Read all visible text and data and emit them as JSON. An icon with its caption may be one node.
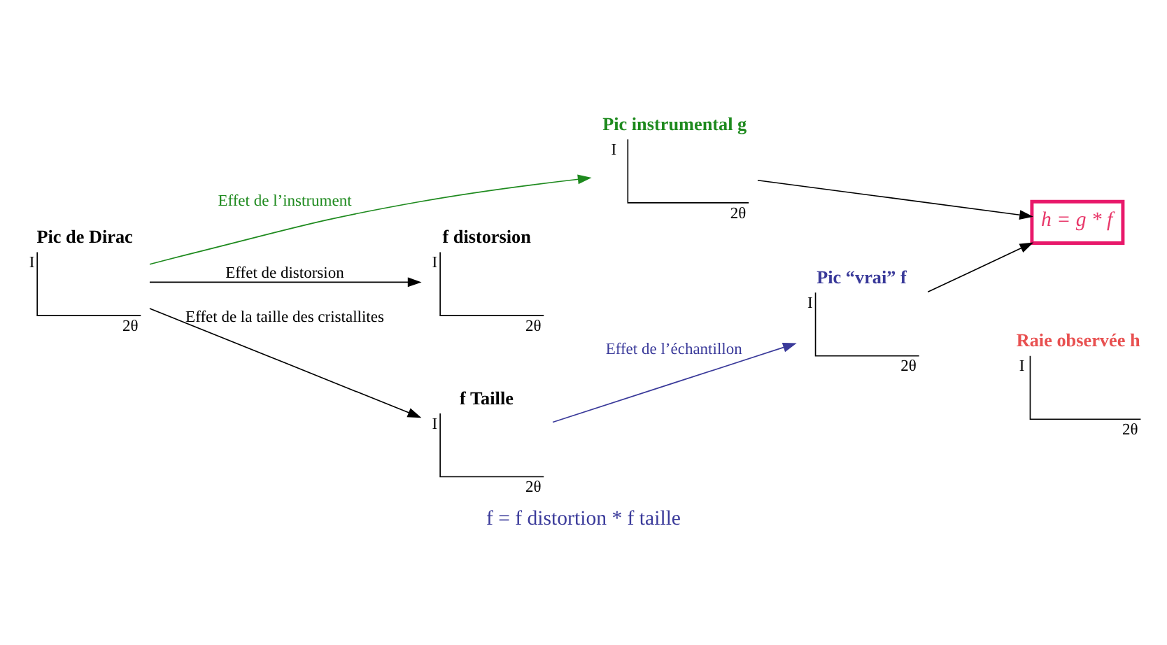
{
  "diagram": {
    "caption": "f = f distortion * f taille",
    "nodes": [
      {
        "text": [
          "Pic de Dirac",
          "I",
          "2θ"
        ]
      },
      {
        "text": [
          "Pic instrumental g",
          "I",
          "2θ"
        ]
      },
      {
        "text": [
          "h = g * f"
        ]
      },
      {
        "text": [
          "Raie observée h",
          "I",
          "2θ"
        ]
      },
      {
        "text": [
          "f distorsion",
          "I",
          "2θ"
        ]
      },
      {
        "text": [
          "f Taille",
          "I",
          "2θ"
        ]
      },
      {
        "text": [
          "Pic “vrai” f",
          "I",
          "2θ"
        ]
      }
    ],
    "edges": [
      {
        "from": 0,
        "to": 1,
        "arrow": "to",
        "label": "Effet de l’instrument",
        "color": "#1e8a1e"
      },
      {
        "from": 0,
        "to": 4,
        "arrow": "to",
        "label": "Effet de distorsion"
      },
      {
        "from": 0,
        "to": 5,
        "arrow": "to",
        "label": "Effet de la taille des cristallites"
      },
      {
        "from": 5,
        "to": 6,
        "arrow": "to",
        "label": "Effet de l’échantillon",
        "color": "#3a3a9a"
      },
      {
        "from": 1,
        "to": 2,
        "arrow": "to"
      },
      {
        "from": 6,
        "to": 2,
        "arrow": "to"
      }
    ]
  }
}
